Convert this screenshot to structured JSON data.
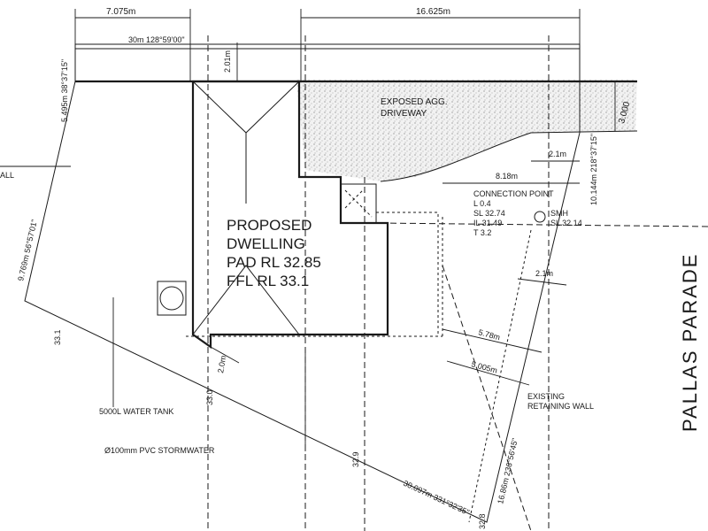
{
  "plan": {
    "street_name": "PALLAS PARADE",
    "dimensions": {
      "top_left_width": "7.075m",
      "top_right_width": "16.625m",
      "top_boundary": "30m  128°59'00\"",
      "left_short": "5.495m  38°37'15\"",
      "left_long": "9.769m  56°57'01\"",
      "right_upper": "10.144m  218°37'15\"",
      "right_lower": "16.86m  236°56'45\"",
      "bottom_boundary": "30.097m  331°32'35\"",
      "front_setback": "2.01m",
      "drive_width": "3.000",
      "side_setback_a": "2.1m",
      "side_setback_b": "2.1m",
      "sewer_offset": "8.18m",
      "rear_setback": "2.0m",
      "rear_dist_a": "5.78m",
      "rear_dist_b": "5.005m"
    },
    "labels": {
      "driveway_line1": "EXPOSED AGG.",
      "driveway_line2": "DRIVEWAY",
      "dwelling_line1": "PROPOSED",
      "dwelling_line2": "DWELLING",
      "dwelling_line3": "PAD RL 32.85",
      "dwelling_line4": "FFL RL 33.1",
      "connection": "CONNECTION POINT",
      "conn_l": "L  0.4",
      "conn_sl": "SL 32.74",
      "conn_il": "IL  31.49",
      "conn_t": "T  3.2",
      "smh": "SMH",
      "smh_sl": "SL 32.14",
      "water_tank": "5000L WATER TANK",
      "stormwater": "Ø100mm PVC STORMWATER",
      "retaining_line1": "EXISTING",
      "retaining_line2": "RETAINING WALL",
      "wall_fragment": "ALL"
    },
    "levels": {
      "rl_left": "33.1",
      "rl_bottom_left": "33.0",
      "rl_bottom_mid": "32.9",
      "rl_bottom_right": "32.8"
    }
  }
}
